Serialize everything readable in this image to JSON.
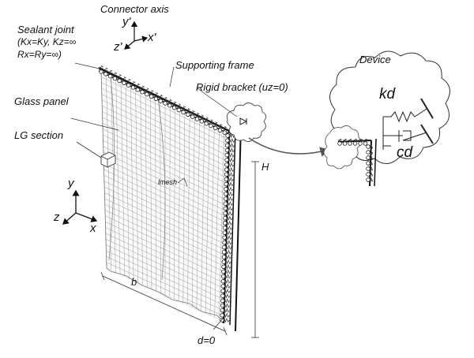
{
  "labels": {
    "connector_axis": "Connector axis",
    "sealant_joint_line1": "Sealant joint",
    "sealant_joint_line2": "(Kx=Ky, Kz=∞",
    "sealant_joint_line3": "Rx=Ry=∞)",
    "supporting_frame": "Supporting frame",
    "rigid_bracket": "Rigid bracket (uz=0)",
    "glass_panel": "Glass panel",
    "lg_section": "LG section",
    "device": "Device",
    "stiffness": "kd",
    "damping": "cd",
    "height": "H",
    "width": "b",
    "mesh_size": "lmesh",
    "d_zero": "d=0",
    "connector_axes": {
      "y": "y'",
      "x": "x'",
      "z": "z'"
    },
    "global_axes": {
      "y": "y",
      "x": "x",
      "z": "z"
    }
  }
}
